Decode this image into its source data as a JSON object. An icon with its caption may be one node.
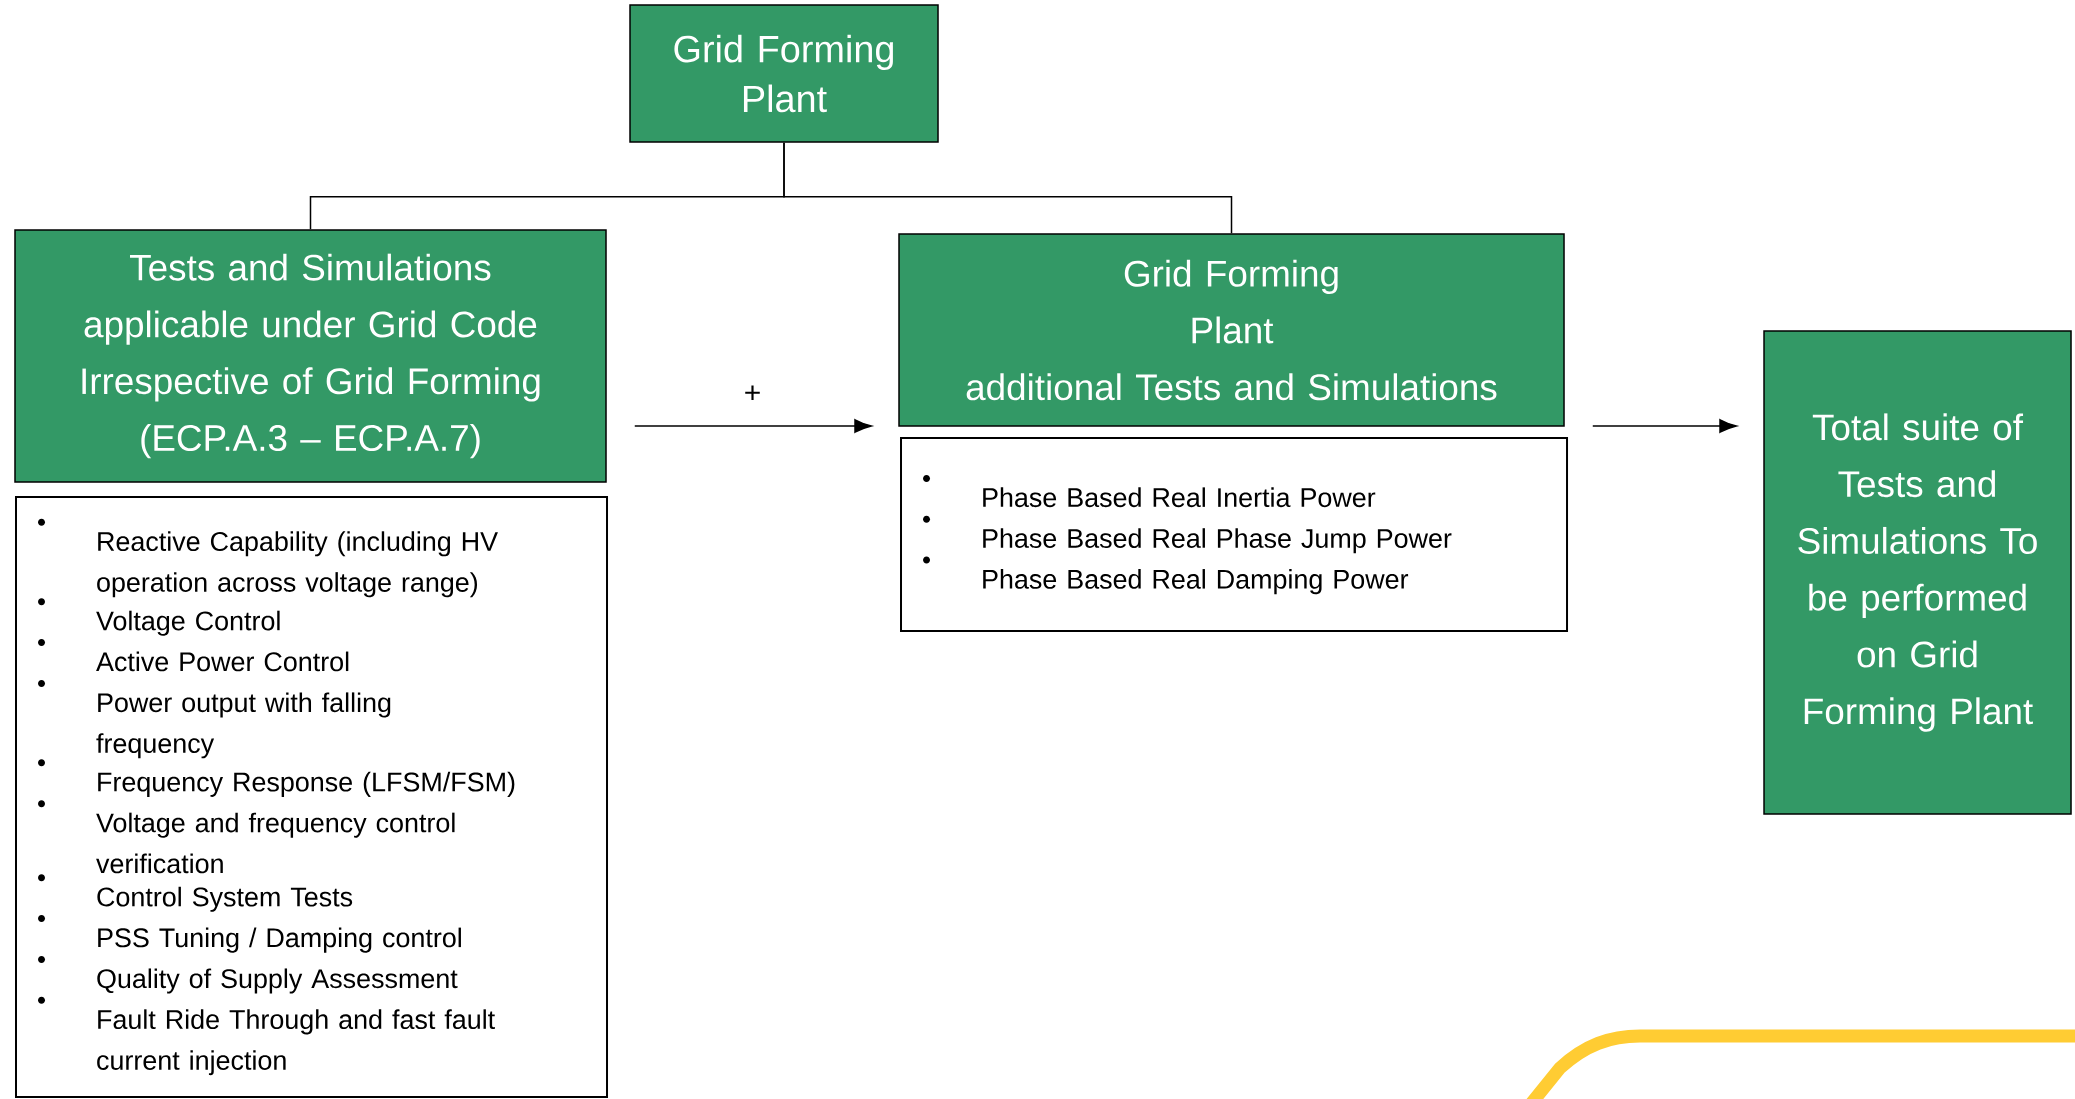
{
  "diagram": {
    "nodes": [
      {
        "text": [
          "Grid Forming Plant"
        ]
      },
      {
        "text": [
          "Tests and Simulations applicable under Grid Code Irrespective of Grid Forming (ECP.A.3 – ECP.A.7)"
        ]
      },
      {
        "text": [
          "Reactive Capability (including HV operation across voltage range)",
          "Voltage Control",
          "Active Power Control",
          "Power output with falling frequency",
          "Frequency Response (LFSM/FSM)",
          "Voltage and frequency control verification",
          "Control System Tests",
          "PSS Tuning / Damping control",
          "Quality of Supply Assessment",
          "Fault Ride Through and fast fault current injection"
        ]
      },
      {
        "text": [
          "Grid Forming Plant",
          "additional Tests and Simulations"
        ]
      },
      {
        "text": [
          "Phase Based Real Inertia Power",
          "Phase Based Real Phase Jump Power",
          "Phase Based Real Damping Power"
        ]
      },
      {
        "text": [
          "Total suite of Tests and Simulations To be performed on Grid Forming Plant"
        ]
      }
    ],
    "edges": [
      {
        "from": 0,
        "to": 1,
        "arrow": "none"
      },
      {
        "from": 0,
        "to": 3,
        "arrow": "none"
      },
      {
        "from": 1,
        "to": 3,
        "arrow": "to",
        "label": "+"
      },
      {
        "from": 3,
        "to": 5,
        "arrow": "to"
      }
    ]
  }
}
